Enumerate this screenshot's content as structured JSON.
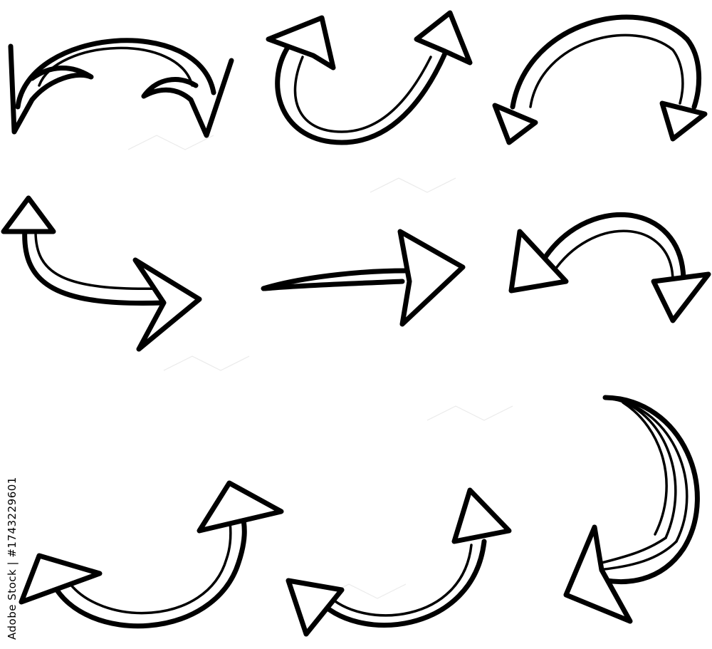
{
  "stock_id": "Adobe Stock | #1743229601",
  "arrows": [
    {
      "name": "double-headed-curved-arrow",
      "icon": "curved-double-arrow-icon"
    },
    {
      "name": "u-turn-up-arrow",
      "icon": "u-turn-arrow-icon"
    },
    {
      "name": "arc-double-arrow-down",
      "icon": "arc-double-arrow-icon"
    },
    {
      "name": "bent-double-arrow",
      "icon": "bent-double-arrow-icon"
    },
    {
      "name": "straight-right-arrow",
      "icon": "right-arrow-icon"
    },
    {
      "name": "arc-double-arrow-left-down",
      "icon": "arc-double-arrow-icon"
    },
    {
      "name": "curved-up-right-arrow",
      "icon": "curved-arrow-icon"
    },
    {
      "name": "curved-up-left-arrow",
      "icon": "curved-arrow-icon"
    },
    {
      "name": "crescent-down-left-arrow",
      "icon": "crescent-arrow-icon"
    }
  ],
  "colors": {
    "ink": "#000000",
    "background": "#ffffff"
  }
}
